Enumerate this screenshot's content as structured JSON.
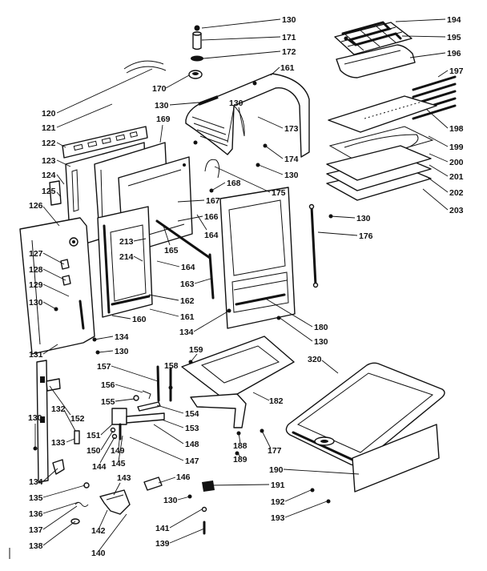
{
  "callouts": [
    "130",
    "171",
    "172",
    "161",
    "170",
    "130",
    "130",
    "173",
    "174",
    "130",
    "175",
    "168",
    "167",
    "166",
    "164",
    "165",
    "164",
    "163",
    "162",
    "161",
    "160",
    "213",
    "214",
    "169",
    "120",
    "121",
    "122",
    "123",
    "124",
    "125",
    "126",
    "127",
    "128",
    "129",
    "130",
    "131",
    "134",
    "130",
    "157",
    "158",
    "156",
    "155",
    "154",
    "153",
    "148",
    "147",
    "130",
    "132",
    "152",
    "133",
    "151",
    "150",
    "149",
    "145",
    "144",
    "134",
    "135",
    "136",
    "137",
    "138",
    "143",
    "146",
    "130",
    "141",
    "139",
    "142",
    "140",
    "191",
    "192",
    "193",
    "190",
    "177",
    "188",
    "189",
    "182",
    "159",
    "180",
    "130",
    "134",
    "176",
    "130",
    "320",
    "194",
    "195",
    "196",
    "197",
    "198",
    "199",
    "200",
    "201",
    "202",
    "203"
  ]
}
